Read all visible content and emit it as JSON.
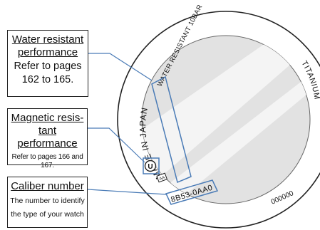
{
  "callouts": {
    "water": {
      "title_line1": "Water resistant",
      "title_line2": "performance",
      "desc_line1": "Refer to pages",
      "desc_line2": "162 to 165."
    },
    "magnetic": {
      "title_line1": "Magnetic resis-",
      "title_line2": "tant performance",
      "desc": "Refer to pages 166 and 167."
    },
    "caliber": {
      "title": "Caliber number",
      "desc_line1": "The number to identify",
      "desc_line2": "the type of your watch"
    }
  },
  "case_back": {
    "made_in": "MADE IN JAPAN",
    "water_resistant": "WATER RESISTANT 10BAR",
    "caliber": "8B53-0AA0",
    "serial": "000000",
    "material": "TITANIUM",
    "magnetic_symbol": "Ⓤ",
    "mark": "AA"
  },
  "colors": {
    "leader_line": "#4a7bb6",
    "highlight_box": "#4a7bb6",
    "outline": "#222222",
    "crystal": "#e2e2e2"
  }
}
